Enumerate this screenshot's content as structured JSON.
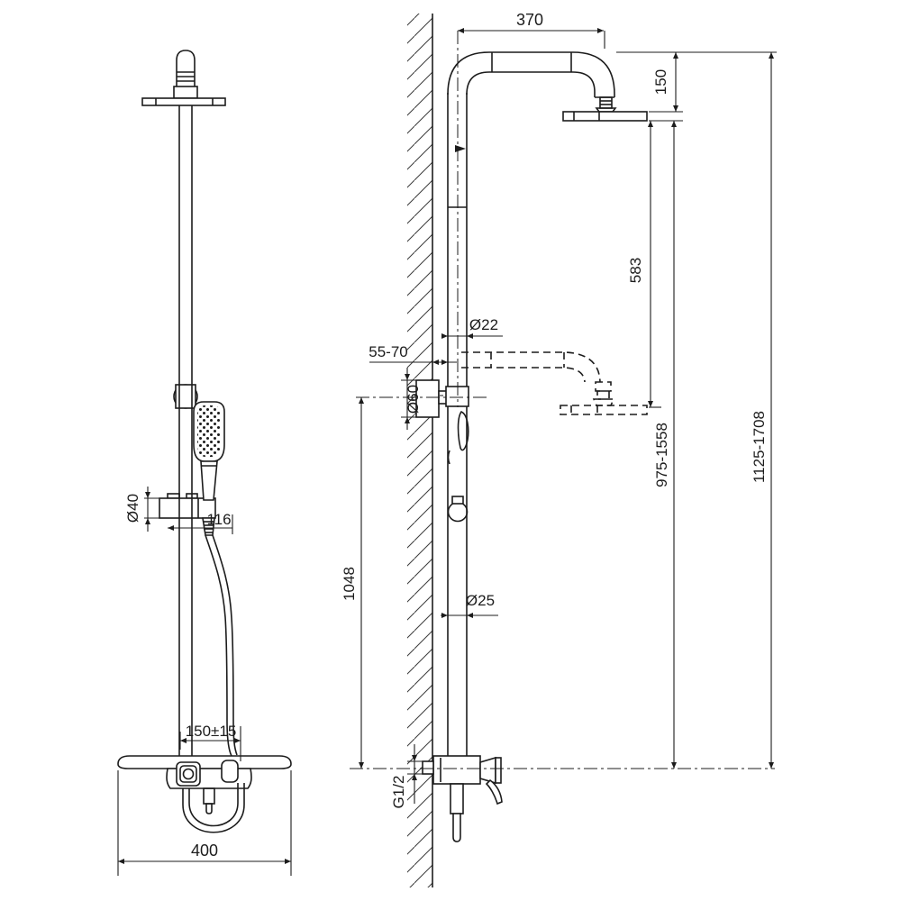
{
  "title": "Shower column technical dimensional drawing (front and side views)",
  "front_view": {
    "dimensions": {
      "holder_diameter": "Ø40",
      "hose_offset": "116",
      "inlet_spacing": "150±15",
      "body_width": "400"
    }
  },
  "side_view": {
    "dimensions": {
      "arm_reach": "370",
      "head_drop": "150",
      "upper_pipe_diameter": "Ø22",
      "wall_distance": "55-70",
      "wall_bracket_diameter": "Ø60",
      "head_height_adjust": "583",
      "lower_pipe_diameter": "Ø25",
      "bracket_height": "1048",
      "column_height_range": "975-1558",
      "overall_height_range": "1125-1708",
      "inlet_thread": "G1/2"
    }
  },
  "line_color": "#1c1c1c"
}
